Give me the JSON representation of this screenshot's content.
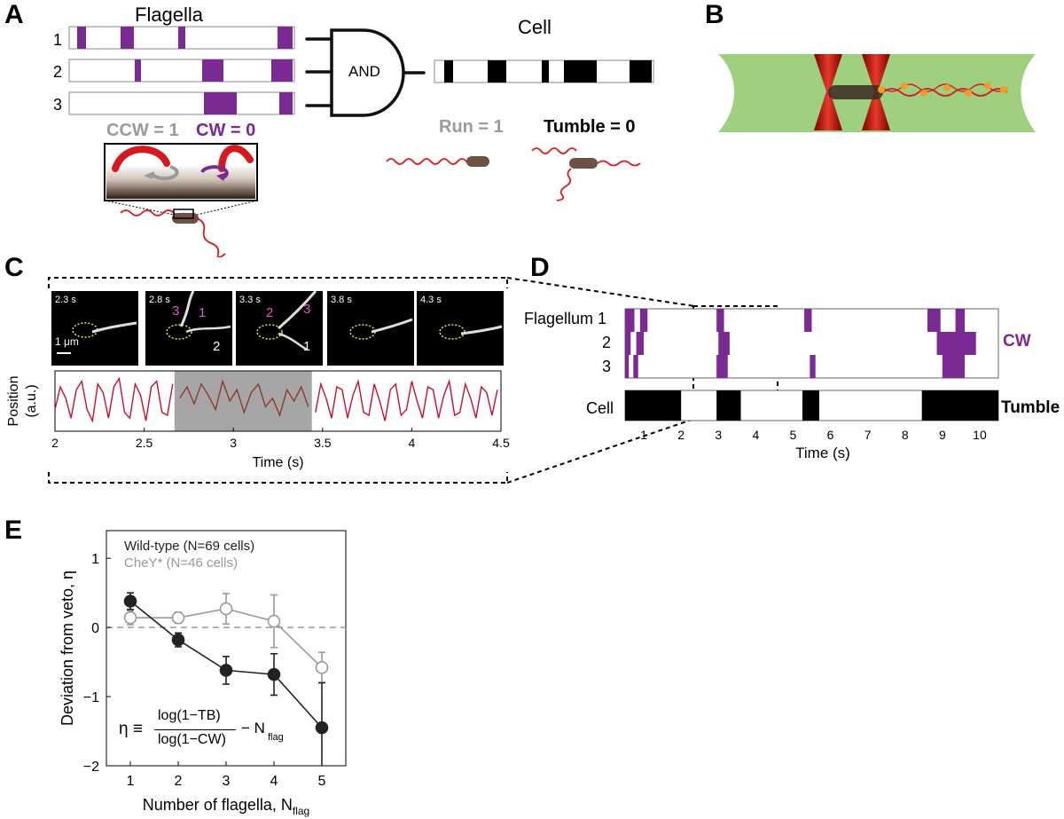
{
  "panels": {
    "a": {
      "letter": "A",
      "flagella_title": "Flagella",
      "cell_title": "Cell",
      "flagella_rows": [
        "1",
        "2",
        "3"
      ],
      "gate_label": "AND",
      "ccw_label": "CCW = 1",
      "cw_label": "CW = 0",
      "run_label": "Run = 1",
      "tumble_label": "Tumble = 0"
    },
    "b": {
      "letter": "B"
    },
    "c": {
      "letter": "C",
      "frames": [
        {
          "time": "2.3 s",
          "labels": []
        },
        {
          "time": "2.8 s",
          "labels": [
            "3",
            "1",
            "2"
          ]
        },
        {
          "time": "3.3 s",
          "labels": [
            "2",
            "3",
            "1"
          ]
        },
        {
          "time": "3.8 s",
          "labels": []
        },
        {
          "time": "4.3 s",
          "labels": []
        }
      ],
      "scale_bar": "1 μm"
    },
    "d": {
      "letter": "D",
      "row_labels": [
        "Flagellum 1",
        "2",
        "3"
      ],
      "cell_label": "Cell",
      "cw_label": "CW",
      "tumble_label": "Tumble"
    },
    "e": {
      "letter": "E",
      "legend_wt": "Wild-type (N=69 cells)",
      "legend_chey": "CheY* (N=46 cells)",
      "eq_eta": "η ≡",
      "eq_num": "log(1−TB)",
      "eq_den": "log(1−CW)",
      "eq_tail": "− N",
      "eq_sub": "flag"
    }
  },
  "colors": {
    "purple": "#7b2a93",
    "red": "#c8102e",
    "green": "#9fd07f",
    "wildtype": "#222222",
    "chey": "#999999",
    "shade": "#a6a6a6"
  },
  "chart_data": [
    {
      "type": "line",
      "panel": "C",
      "xlabel": "Time (s)",
      "ylabel": "Position (a.u.)",
      "xlim": [
        2,
        4.5
      ],
      "xticks": [
        "2",
        "2.5",
        "3",
        "3.5",
        "4",
        "4.5"
      ],
      "shaded_region": [
        2.67,
        3.44
      ],
      "series": [
        {
          "x": [
            2.0,
            2.03,
            2.06,
            2.09,
            2.12,
            2.15,
            2.18,
            2.21,
            2.24,
            2.27,
            2.3,
            2.33,
            2.36,
            2.39,
            2.42,
            2.45,
            2.48,
            2.51,
            2.54,
            2.57,
            2.6,
            2.63,
            2.66
          ],
          "y": [
            0.35,
            0.75,
            0.55,
            0.2,
            0.7,
            0.85,
            0.35,
            0.15,
            0.8,
            0.65,
            0.2,
            0.75,
            0.9,
            0.3,
            0.2,
            0.8,
            0.6,
            0.15,
            0.75,
            0.85,
            0.3,
            0.25,
            0.8
          ]
        },
        {
          "x": [
            2.7,
            2.74,
            2.78,
            2.82,
            2.86,
            2.9,
            2.94,
            2.98,
            3.02,
            3.06,
            3.1,
            3.14,
            3.18,
            3.22,
            3.26,
            3.3,
            3.34,
            3.38,
            3.42
          ],
          "y": [
            0.55,
            0.75,
            0.45,
            0.8,
            0.6,
            0.35,
            0.85,
            0.5,
            0.7,
            0.3,
            0.65,
            0.8,
            0.4,
            0.55,
            0.25,
            0.7,
            0.5,
            0.75,
            0.4
          ]
        },
        {
          "x": [
            3.46,
            3.49,
            3.52,
            3.55,
            3.58,
            3.61,
            3.64,
            3.67,
            3.7,
            3.73,
            3.76,
            3.79,
            3.82,
            3.85,
            3.88,
            3.91,
            3.94,
            3.97,
            4.0,
            4.03,
            4.06,
            4.09,
            4.12,
            4.15,
            4.18,
            4.21,
            4.24,
            4.27,
            4.3,
            4.33,
            4.36,
            4.39,
            4.42,
            4.45,
            4.48
          ],
          "y": [
            0.3,
            0.8,
            0.55,
            0.2,
            0.75,
            0.7,
            0.2,
            0.6,
            0.85,
            0.3,
            0.25,
            0.8,
            0.5,
            0.15,
            0.7,
            0.8,
            0.25,
            0.35,
            0.85,
            0.5,
            0.2,
            0.75,
            0.7,
            0.2,
            0.6,
            0.85,
            0.25,
            0.3,
            0.8,
            0.55,
            0.2,
            0.75,
            0.65,
            0.25,
            0.7
          ]
        }
      ]
    },
    {
      "type": "raster",
      "panel": "D",
      "xlabel": "Time (s)",
      "xlim": [
        0.5,
        10.5
      ],
      "xticks": [
        "1",
        "2",
        "3",
        "4",
        "5",
        "6",
        "7",
        "8",
        "9",
        "10"
      ],
      "flagella_cw_intervals": [
        [
          [
            0.5,
            0.75
          ],
          [
            0.9,
            1.1
          ],
          [
            2.95,
            3.15
          ],
          [
            5.3,
            5.5
          ],
          [
            8.6,
            8.95
          ],
          [
            9.35,
            9.6
          ]
        ],
        [
          [
            0.5,
            0.65
          ],
          [
            0.8,
            1.0
          ],
          [
            3.0,
            3.3
          ],
          [
            8.85,
            9.9
          ]
        ],
        [
          [
            0.5,
            0.6
          ],
          [
            0.72,
            0.85
          ],
          [
            2.95,
            3.25
          ],
          [
            5.45,
            5.6
          ],
          [
            9.0,
            9.6
          ]
        ]
      ],
      "cell_tumble_intervals": [
        [
          0.5,
          2.0
        ],
        [
          2.95,
          3.6
        ],
        [
          5.25,
          5.7
        ],
        [
          8.45,
          10.5
        ]
      ]
    },
    {
      "type": "line",
      "panel": "E",
      "xlabel": "Number of flagella, N",
      "xlabel_sub": "flag",
      "ylabel": "Deviation from veto, η",
      "xlim": [
        0.5,
        5.5
      ],
      "ylim": [
        -2,
        1.4
      ],
      "xticks": [
        "1",
        "2",
        "3",
        "4",
        "5"
      ],
      "yticks": [
        "−2",
        "−1",
        "0",
        "1"
      ],
      "x": [
        1,
        2,
        3,
        4,
        5
      ],
      "series": [
        {
          "name": "Wild-type (N=69 cells)",
          "values": [
            0.38,
            -0.18,
            -0.62,
            -0.68,
            -1.45
          ],
          "err": [
            0.12,
            0.1,
            0.2,
            0.3,
            0.65
          ],
          "filled": true
        },
        {
          "name": "CheY* (N=46 cells)",
          "values": [
            0.14,
            0.14,
            0.27,
            0.09,
            -0.58
          ],
          "err": [
            0.1,
            0.08,
            0.22,
            0.38,
            0.22
          ],
          "filled": false
        }
      ]
    }
  ]
}
